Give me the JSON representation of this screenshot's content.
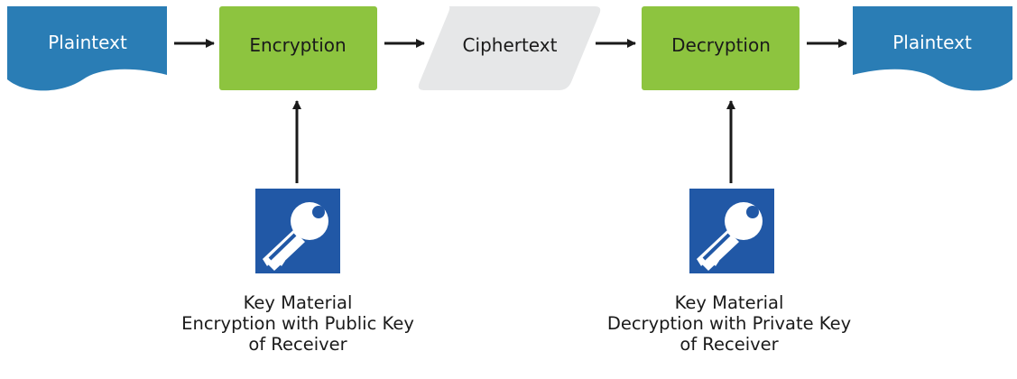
{
  "nodes": {
    "plaintext_in": "Plaintext",
    "encryption": "Encryption",
    "ciphertext": "Ciphertext",
    "decryption": "Decryption",
    "plaintext_out": "Plaintext"
  },
  "keys": {
    "encryption": {
      "icon": "key-icon",
      "caption": [
        "Key Material",
        "Encryption with Public Key",
        "of Receiver"
      ]
    },
    "decryption": {
      "icon": "key-icon",
      "caption": [
        "Key Material",
        "Decryption with Private Key",
        "of Receiver"
      ]
    }
  },
  "colors": {
    "document_blue": "#2a7db5",
    "process_green": "#8dc43f",
    "data_gray": "#e6e7e8",
    "key_tile_blue": "#2158a6",
    "arrow": "#1a1a1a",
    "text_dark": "#1a1a1a",
    "text_light": "#ffffff"
  }
}
